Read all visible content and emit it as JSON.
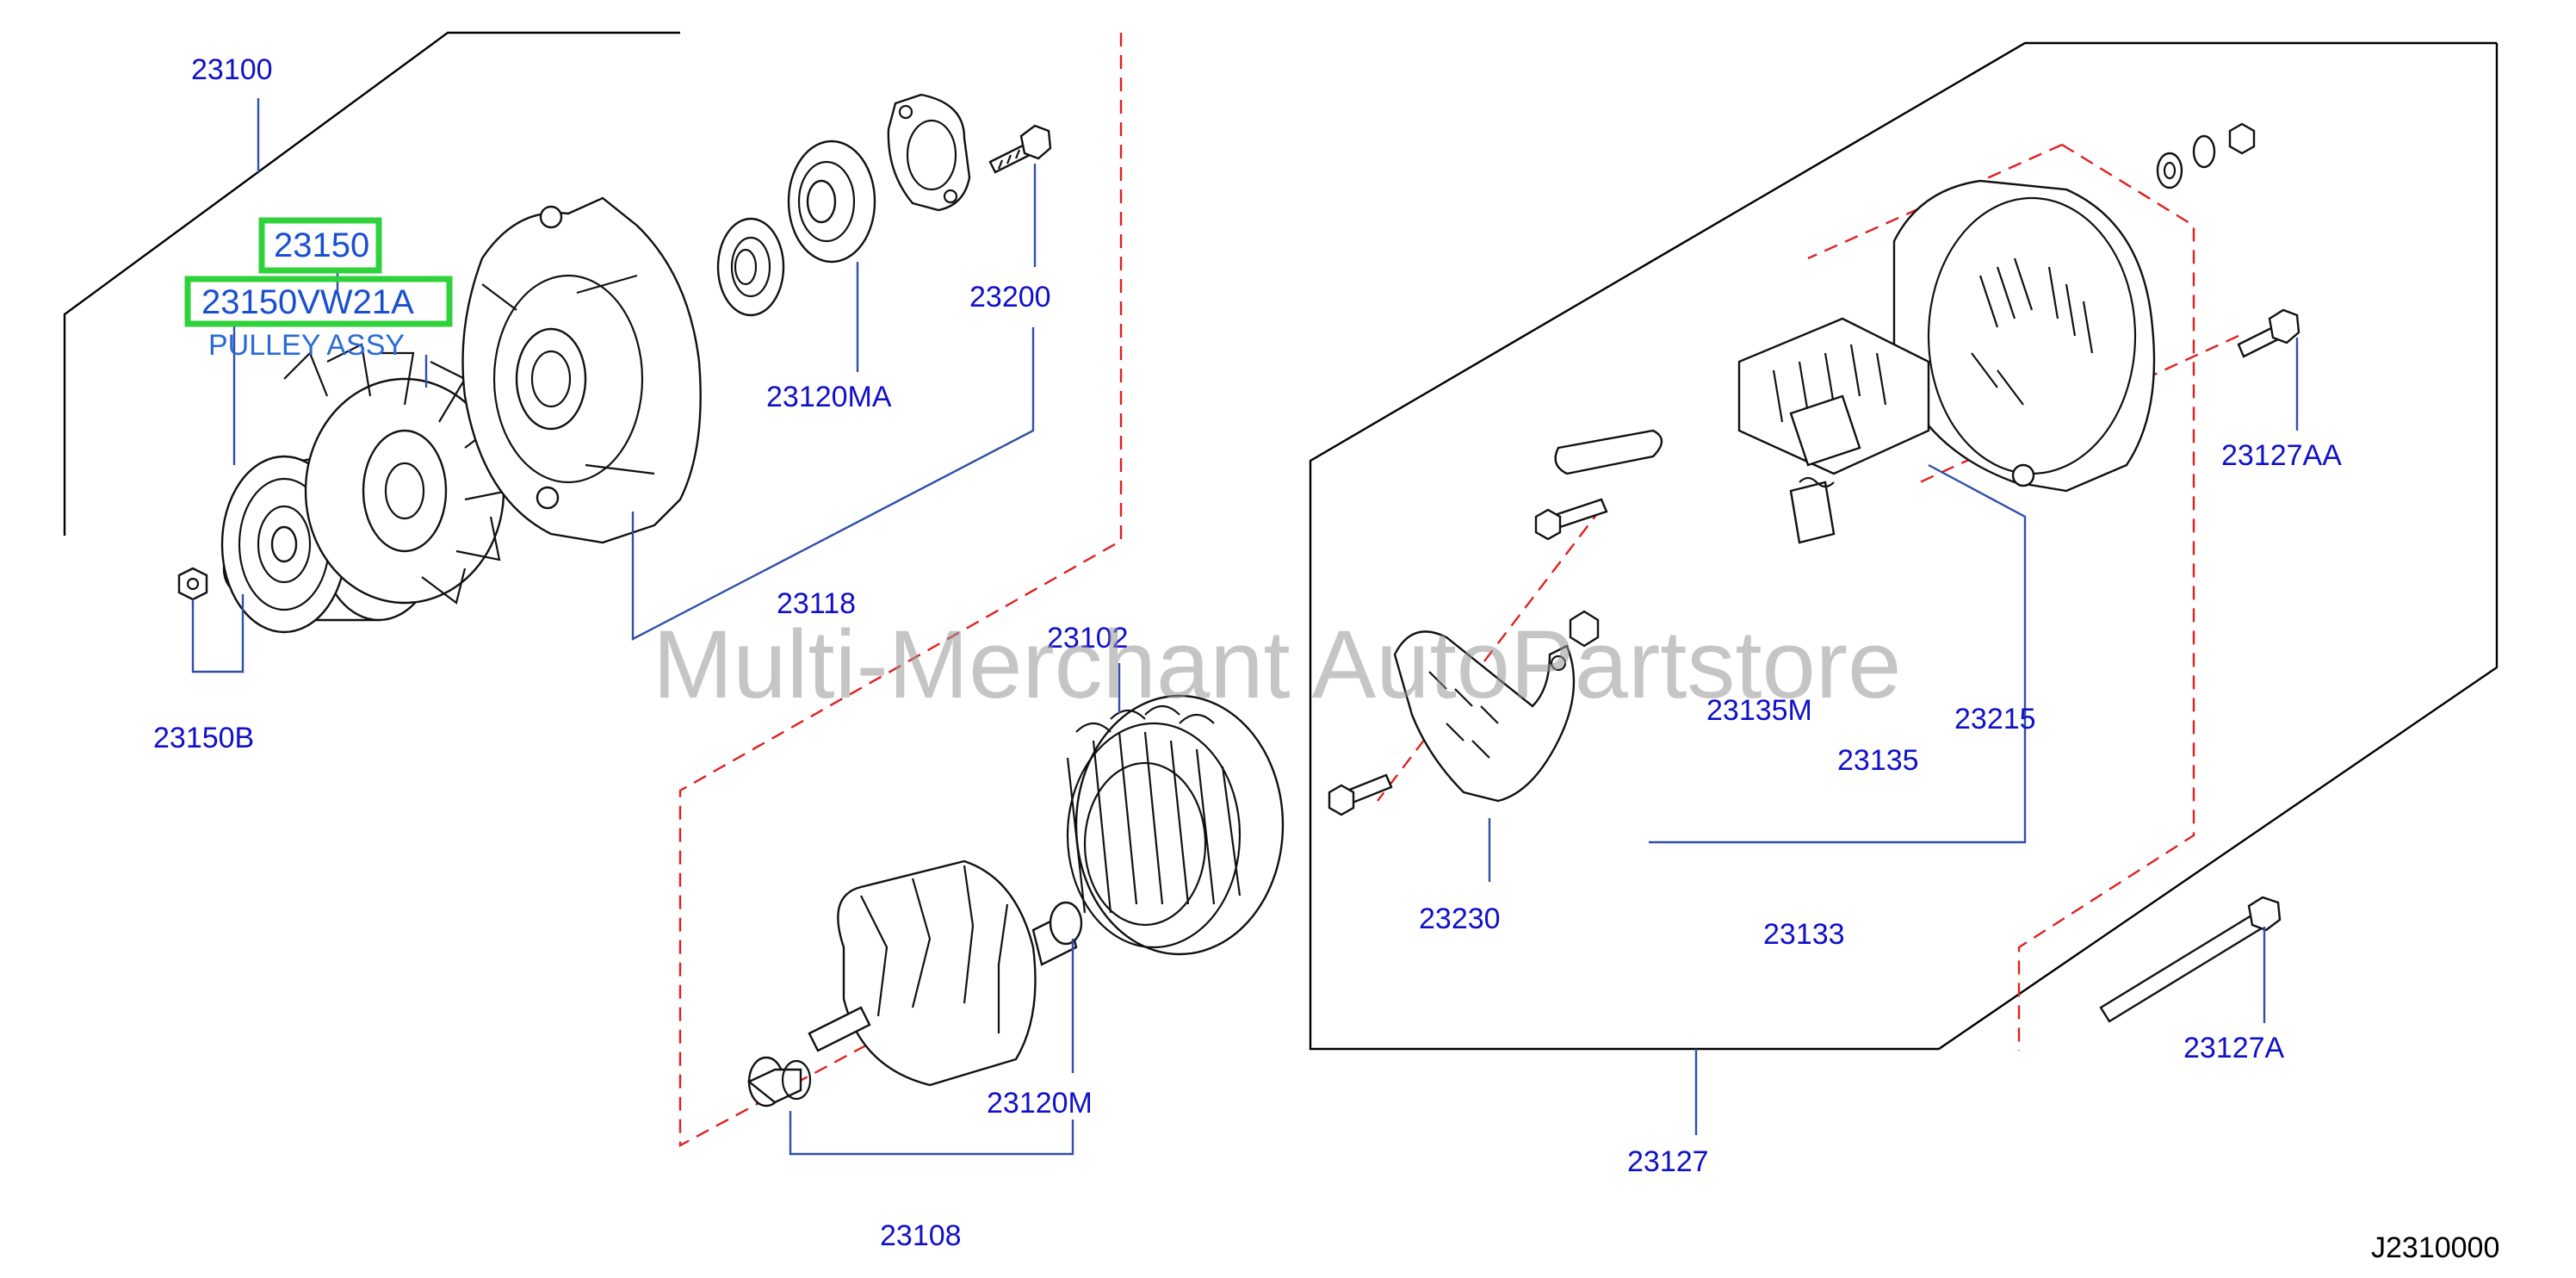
{
  "diagram": {
    "callouts": {
      "c23100": "23100",
      "c23150": "23150",
      "c23150vw21a": "23150VW21A",
      "pulley_name": "PULLEY ASSY",
      "c23200": "23200",
      "c23120ma": "23120MA",
      "c23118": "23118",
      "c23150b": "23150B",
      "c23102": "23102",
      "c23120m": "23120M",
      "c23108": "23108",
      "c23127aa": "23127AA",
      "c23135m": "23135M",
      "c23135": "23135",
      "c23215": "23215",
      "c23230": "23230",
      "c23133": "23133",
      "c23127a": "23127A",
      "c23127": "23127"
    },
    "watermark": "Multi-Merchant AutoPartstore",
    "figure_code": "J2310000",
    "highlight_color": "#2fd23a",
    "label_color": "#1010c8",
    "assembly_dash_color": "#e02020"
  }
}
